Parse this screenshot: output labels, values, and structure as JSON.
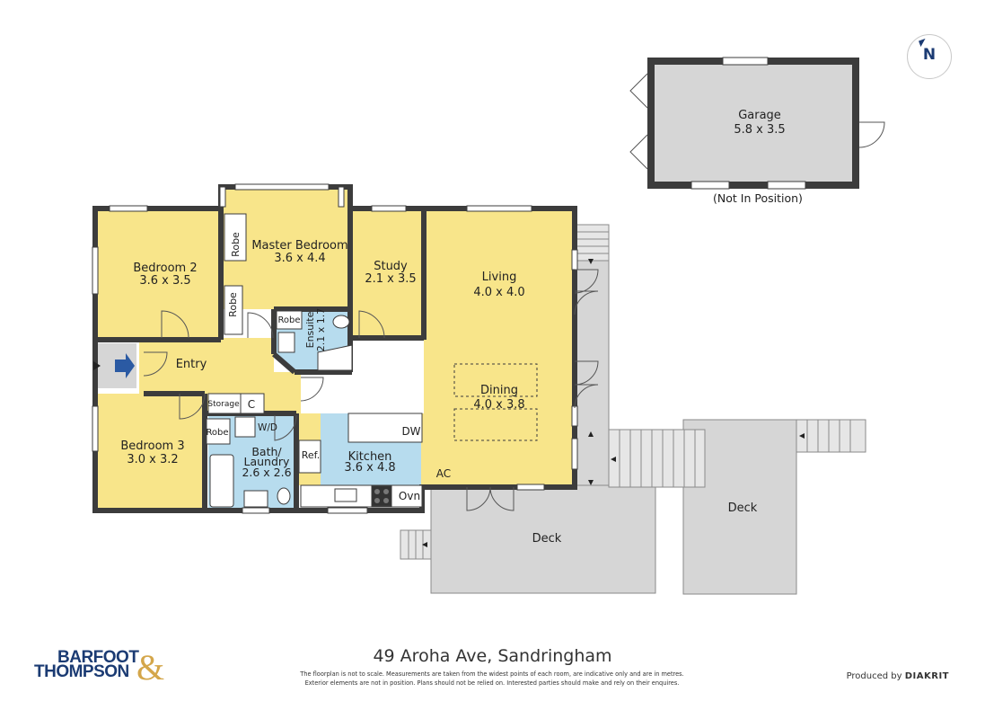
{
  "address": "49 Aroha Ave, Sandringham",
  "disclaimer_line1": "The floorplan is not to scale. Measurements are taken from the widest points of each room, are indicative only and are in metres.",
  "disclaimer_line2": "Exterior elements are not in position. Plans should not be relied on. Interested parties should make and rely on their enquires.",
  "brand": {
    "line1": "BARFOOT",
    "line2": "THOMPSON",
    "amp": "&"
  },
  "produced_by": "Produced by",
  "producer": "DIAKRIT",
  "compass": "N",
  "colors": {
    "room": "#f8e58a",
    "wet": "#b7dcee",
    "exterior": "#d6d6d6",
    "wall": "#3c3c3c",
    "entry_arrow": "#2b5aa3"
  },
  "rooms": {
    "bedroom2": {
      "name": "Bedroom 2",
      "size": "3.6 x 3.5"
    },
    "master": {
      "name": "Master Bedroom",
      "size": "3.6 x 4.4"
    },
    "study": {
      "name": "Study",
      "size": "2.1 x 3.5"
    },
    "living": {
      "name": "Living",
      "size": "4.0 x 4.0"
    },
    "dining": {
      "name": "Dining",
      "size": "4.0 x 3.8"
    },
    "entry": {
      "name": "Entry"
    },
    "bedroom3": {
      "name": "Bedroom 3",
      "size": "3.0 x 3.2"
    },
    "bath": {
      "name1": "Bath/",
      "name2": "Laundry",
      "size": "2.6 x 2.6"
    },
    "kitchen": {
      "name": "Kitchen",
      "size": "3.6 x 4.8"
    },
    "ensuite": {
      "name": "Ensuite",
      "size": "2.1 x 1.7"
    },
    "garage": {
      "name": "Garage",
      "size": "5.8 x 3.5",
      "note": "(Not In Position)"
    },
    "deck": {
      "name": "Deck"
    },
    "deck2": {
      "name": "Deck"
    }
  },
  "fixtures": {
    "robe": "Robe",
    "storage": "Storage",
    "cupboard": "C",
    "washer_dryer": "W/D",
    "fridge": "Ref.",
    "dishwasher": "DW",
    "oven": "Ovn",
    "aircon": "AC"
  }
}
